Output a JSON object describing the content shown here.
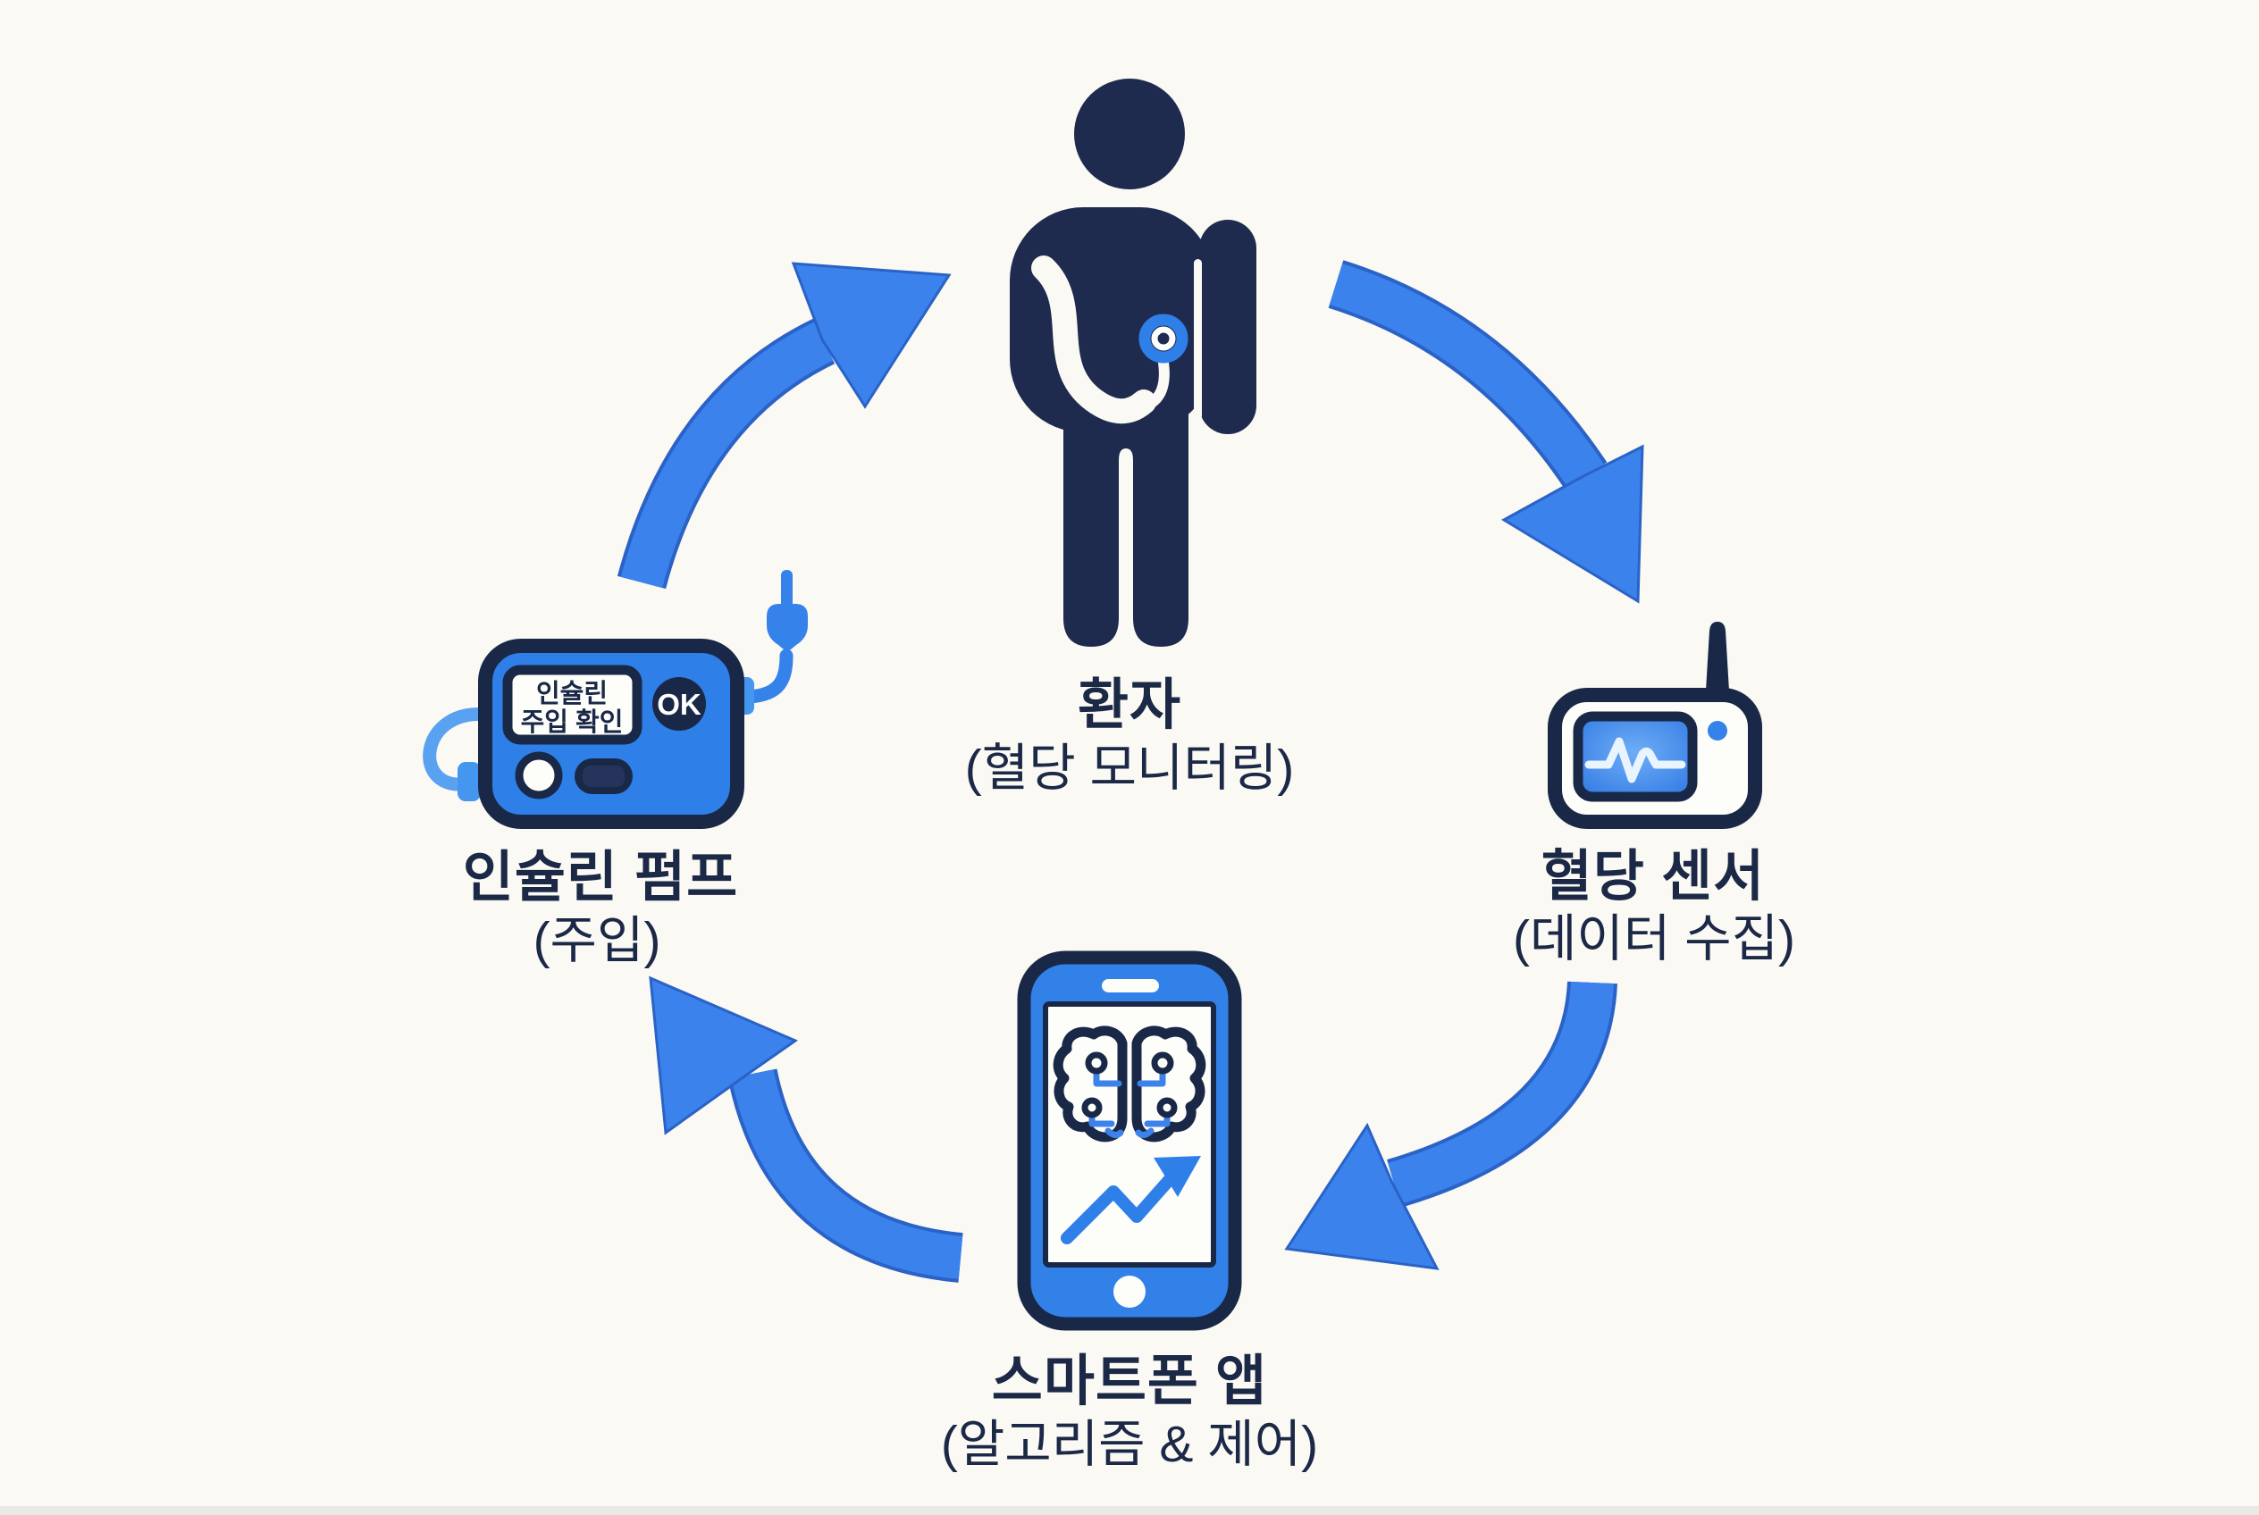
{
  "diagram": {
    "title_semantic": "closed-loop insulin delivery cycle",
    "colors": {
      "background": "#faf9f4",
      "accent_blue": "#3b82ec",
      "device_blue": "#2e7fe8",
      "light_blue": "#59a1f1",
      "navy_outline": "#1a2847",
      "person_navy": "#1e2a4e",
      "text_navy": "#1b2846"
    },
    "icons": {
      "patient": "person-with-glucose-sensor-icon",
      "sensor": "glucose-monitor-with-antenna-icon",
      "smartphone": "smartphone-with-brain-and-trend-chart-icon",
      "pump": "insulin-pump-with-tubing-icon",
      "arrows": "circular-cycle-arrows"
    },
    "nodes": {
      "patient": {
        "title": "환자",
        "subtitle": "(혈당 모니터링)"
      },
      "sensor": {
        "title": "혈당 센서",
        "subtitle": "(데이터 수집)"
      },
      "smartphone": {
        "title": "스마트폰 앱",
        "subtitle": "(알고리즘 & 제어)"
      },
      "pump": {
        "title": "인슐린 펌프",
        "subtitle": "(주입)",
        "screen_line1": "인슐린",
        "screen_line2": "주입 확인",
        "ok_label": "OK"
      }
    }
  }
}
